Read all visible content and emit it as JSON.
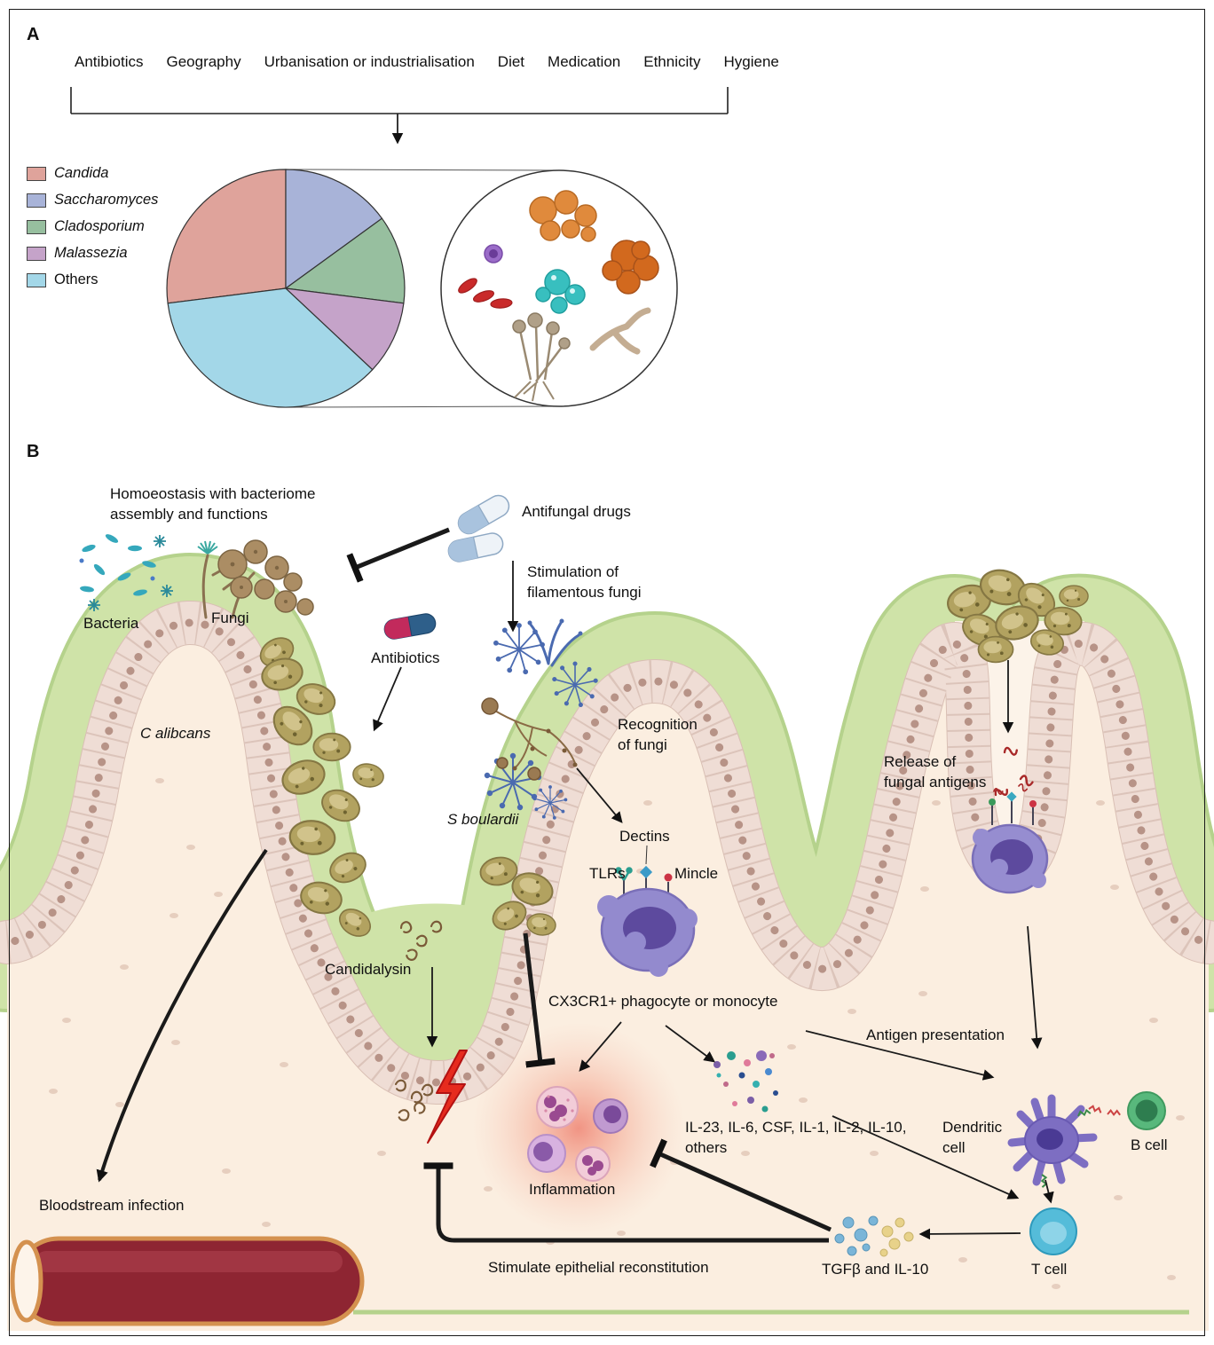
{
  "panel_a": {
    "label": "A",
    "factors": [
      "Antibiotics",
      "Geography",
      "Urbanisation or industrialisation",
      "Diet",
      "Medication",
      "Ethnicity",
      "Hygiene"
    ],
    "legend": [
      {
        "label": "Candida",
        "color": "#dfa39b"
      },
      {
        "label": "Saccharomyces",
        "color": "#a8b3d8"
      },
      {
        "label": "Cladosporium",
        "color": "#97bf9f"
      },
      {
        "label": "Malassezia",
        "color": "#c5a3c9"
      },
      {
        "label": "Others",
        "color": "#a3d7e8"
      }
    ]
  },
  "chart_data": {
    "type": "pie",
    "categories": [
      "Candida",
      "Saccharomyces",
      "Cladosporium",
      "Malassezia",
      "Others"
    ],
    "values": [
      27,
      15,
      12,
      10,
      36
    ],
    "colors": [
      "#dfa39b",
      "#a8b3d8",
      "#97bf9f",
      "#c5a3c9",
      "#a3d7e8"
    ],
    "legend_position": "left"
  },
  "panel_b": {
    "label": "B",
    "labels": {
      "homoeostasis": [
        "Homoeostasis with bacteriome",
        "assembly and functions"
      ],
      "bacteria": "Bacteria",
      "fungi": "Fungi",
      "antifungal": "Antifungal drugs",
      "stimulation": [
        "Stimulation of",
        "filamentous fungi"
      ],
      "antibiotics": "Antibiotics",
      "c_albicans": "C alibcans",
      "s_boulardii": "S boulardii",
      "recognition": [
        "Recognition",
        "of fungi"
      ],
      "dectins": "Dectins",
      "tlrs": "TLRs",
      "mincle": "Mincle",
      "release": [
        "Release of",
        "fungal antigens"
      ],
      "candidalysin": "Candidalysin",
      "cx3cr1": "CX3CR1+ phagocyte or monocyte",
      "antigen_presentation": "Antigen presentation",
      "cytokines": [
        "IL-23, IL-6, CSF, IL-1, IL-2, IL-10,",
        "others"
      ],
      "dendritic": [
        "Dendritic",
        "cell"
      ],
      "b_cell": "B cell",
      "inflammation": "Inflammation",
      "bloodstream": "Bloodstream infection",
      "stimulate": "Stimulate epithelial reconstitution",
      "tgfb": "TGFβ and IL-10",
      "t_cell": "T cell"
    }
  }
}
